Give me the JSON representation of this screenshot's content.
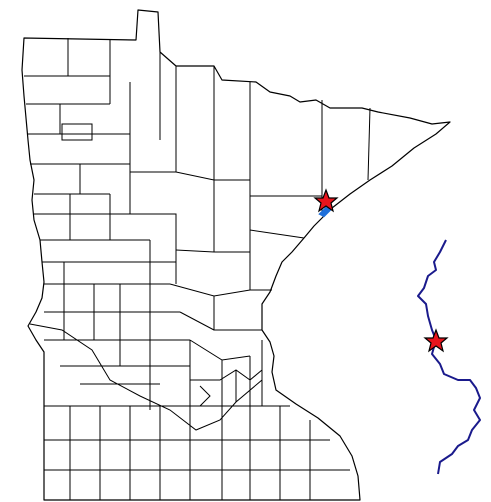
{
  "map": {
    "title": "",
    "colors": {
      "background": "#ffffff",
      "county_lines": "#000000",
      "river": "#1a1a8c",
      "lake_blue": "#1e6fd9",
      "marker_fill": "#e8141c",
      "marker_outline": "#000000"
    },
    "markers": [
      {
        "name": "marker-duluth",
        "shape": "star"
      },
      {
        "name": "marker-river",
        "shape": "star"
      }
    ],
    "features": [
      "county-boundaries",
      "mississippi-river-inset",
      "lake-superior-shore"
    ]
  }
}
